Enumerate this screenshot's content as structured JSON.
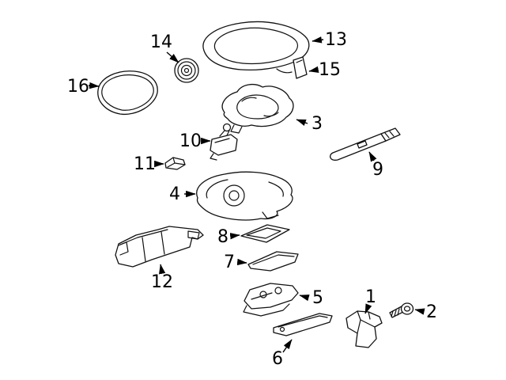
{
  "diagram": {
    "background_color": "#ffffff",
    "line_color": "#111111",
    "callouts": [
      {
        "number": "1"
      },
      {
        "number": "2"
      },
      {
        "number": "3"
      },
      {
        "number": "4"
      },
      {
        "number": "5"
      },
      {
        "number": "6"
      },
      {
        "number": "7"
      },
      {
        "number": "8"
      },
      {
        "number": "9"
      },
      {
        "number": "10"
      },
      {
        "number": "11"
      },
      {
        "number": "12"
      },
      {
        "number": "13"
      },
      {
        "number": "14"
      },
      {
        "number": "15"
      },
      {
        "number": "16"
      }
    ]
  }
}
